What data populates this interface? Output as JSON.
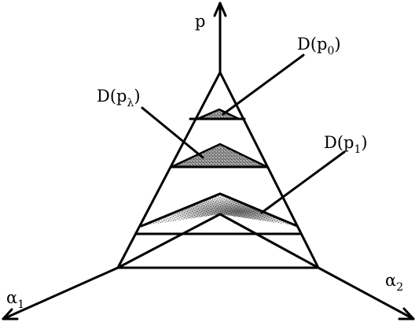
{
  "axes": {
    "p": "p",
    "alpha1": {
      "symbol": "α",
      "index": "1"
    },
    "alpha2": {
      "symbol": "α",
      "index": "2"
    }
  },
  "labels": {
    "p0": {
      "base": "D(p",
      "index": "0",
      "close": ")"
    },
    "plambda": {
      "base": "D(p",
      "index": "λ",
      "close": ")"
    },
    "p1": {
      "base": "D(p",
      "index": "1",
      "close": ")"
    }
  }
}
